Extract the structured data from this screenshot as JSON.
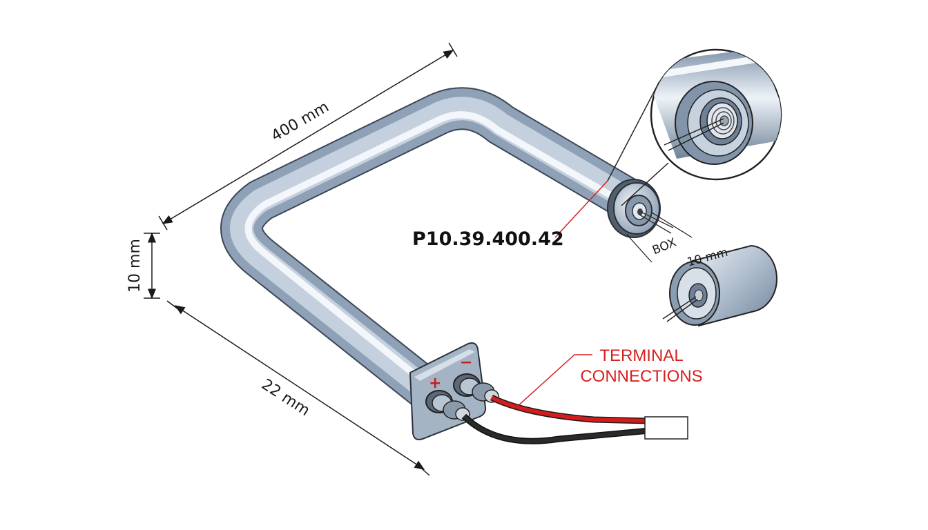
{
  "dimensions": {
    "length_top": "400 mm",
    "height_left": "10 mm",
    "length_bottom": "22 mm",
    "end_detail": "10 mm",
    "box_label": "BOX"
  },
  "part_number": "P10.39.400.42",
  "callout": {
    "line1": "TERMINAL",
    "line2": "CONNECTIONS"
  },
  "terminals": {
    "positive": "+",
    "negative": "−"
  },
  "colors": {
    "callout": "#d61f1f",
    "wire_positive": "#d41c1c",
    "wire_negative": "#1e1e1e",
    "tube": "#9fb2c8"
  }
}
